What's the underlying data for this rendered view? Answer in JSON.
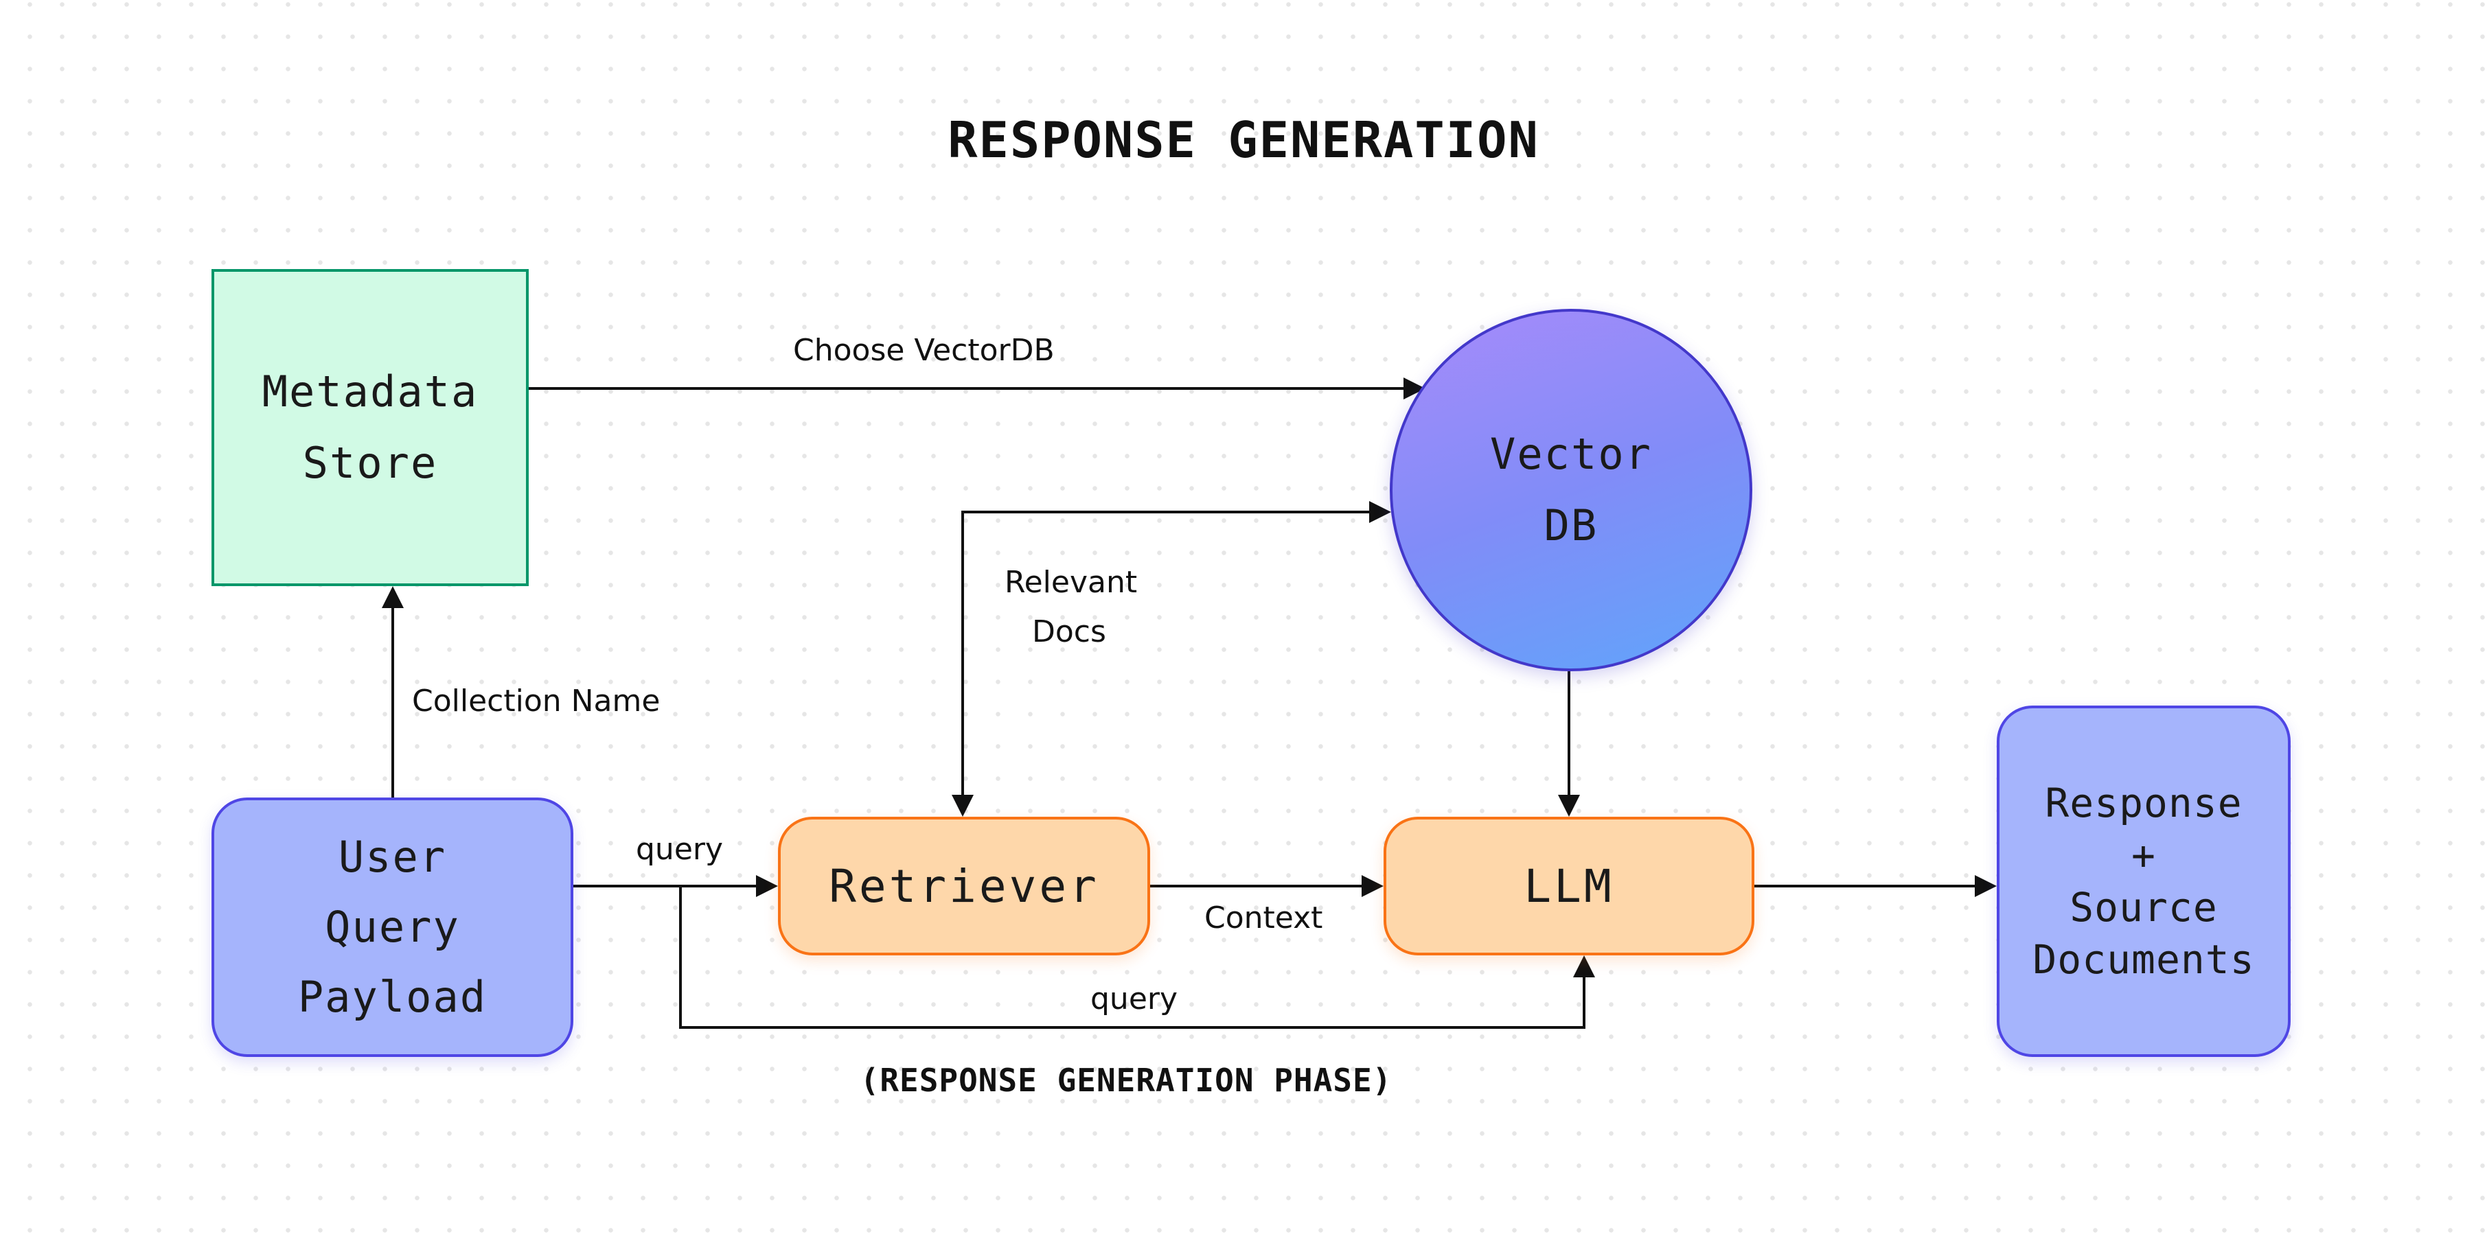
{
  "title": "RESPONSE GENERATION",
  "footer": "(RESPONSE GENERATION PHASE)",
  "nodes": {
    "metadata_store": {
      "line1": "Metadata",
      "line2": "Store"
    },
    "vector_db": {
      "line1": "Vector",
      "line2": "DB"
    },
    "user_query": {
      "line1": "User",
      "line2": "Query",
      "line3": "Payload"
    },
    "retriever": {
      "label": "Retriever"
    },
    "llm": {
      "label": "LLM"
    },
    "response": {
      "line1": "Response",
      "line2": "+",
      "line3": "Source",
      "line4": "Documents"
    }
  },
  "edges": {
    "choose_vectordb": "Choose VectorDB",
    "relevant_docs_1": "Relevant",
    "relevant_docs_2": "Docs",
    "collection_name": "Collection Name",
    "query_to_retriever": "query",
    "context": "Context",
    "query_to_llm": "query"
  },
  "colors": {
    "metadata_fill": "#d1fae5",
    "metadata_border": "#059669",
    "vectordb_gradient": [
      "#a78bfa",
      "#60a5fa"
    ],
    "user_query_fill": "#a5b4fc",
    "orange_fill": "#fed7aa",
    "orange_border": "#f97316",
    "line": "#111111"
  }
}
